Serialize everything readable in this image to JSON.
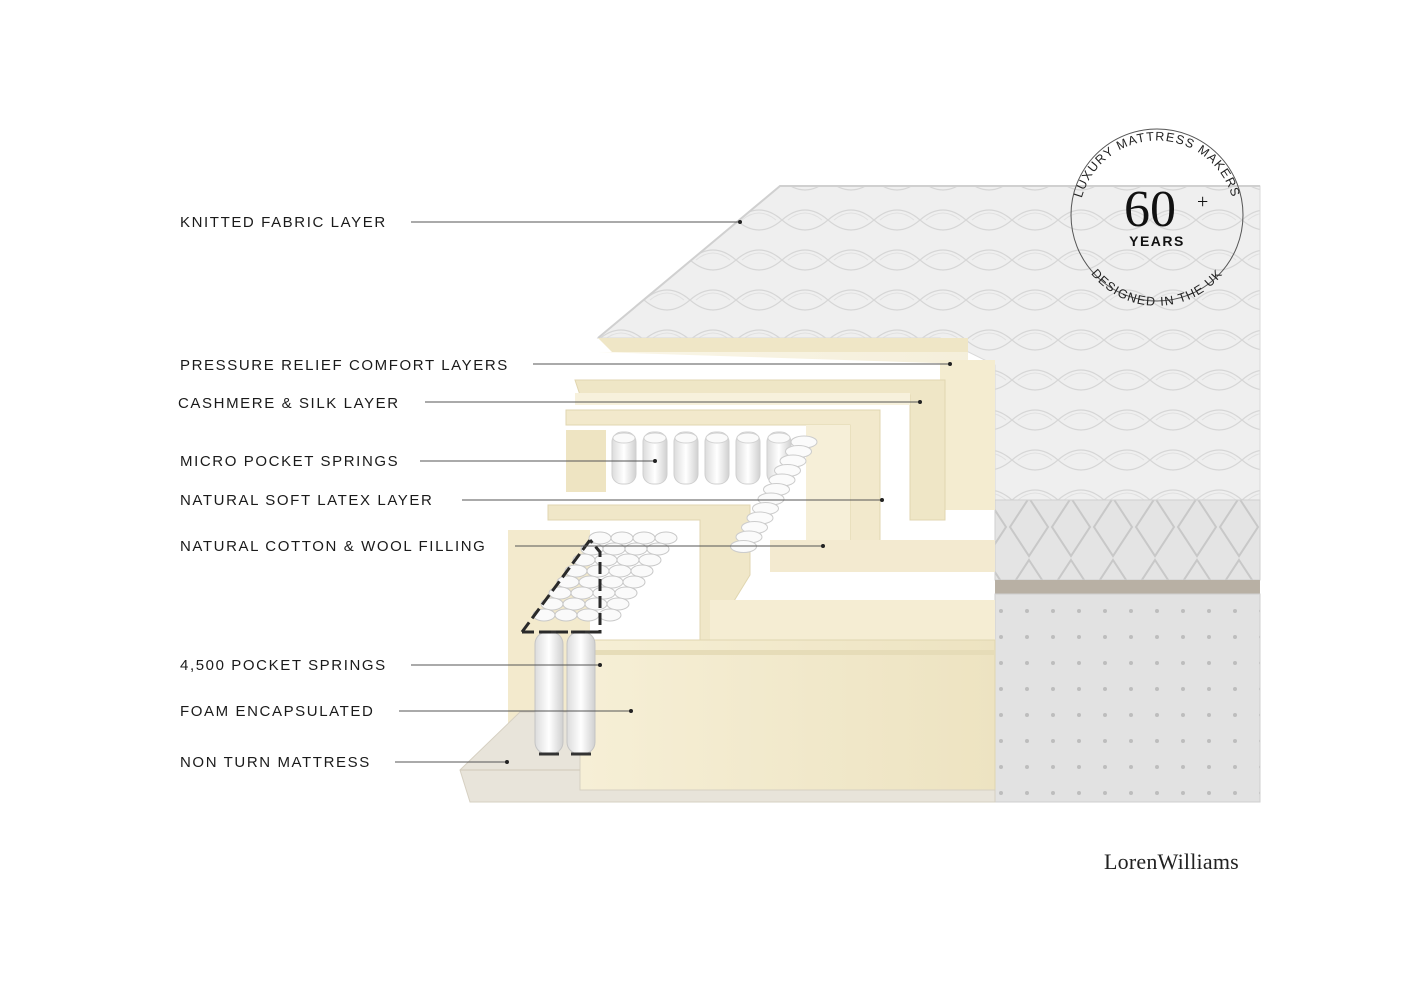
{
  "layers": [
    {
      "id": "knitted-fabric-layer",
      "label": "KNITTED FABRIC LAYER"
    },
    {
      "id": "pressure-relief-comfort-layers",
      "label": "PRESSURE RELIEF COMFORT LAYERS"
    },
    {
      "id": "cashmere-silk-layer",
      "label": "CASHMERE & SILK LAYER"
    },
    {
      "id": "micro-pocket-springs",
      "label": "MICRO POCKET SPRINGS"
    },
    {
      "id": "natural-soft-latex-layer",
      "label": "NATURAL SOFT LATEX LAYER"
    },
    {
      "id": "natural-cotton-wool-filling",
      "label": "NATURAL COTTON & WOOL FILLING"
    },
    {
      "id": "pocket-springs-4500",
      "label": "4,500 POCKET SPRINGS"
    },
    {
      "id": "foam-encapsulated",
      "label": "FOAM ENCAPSULATED"
    },
    {
      "id": "non-turn-mattress",
      "label": "NON TURN MATTRESS"
    }
  ],
  "badge": {
    "top_arc": "LUXURY MATTRESS MAKERS",
    "number": "60",
    "plus": "+",
    "unit": "YEARS",
    "bottom_arc": "DESIGNED IN THE UK"
  },
  "brand": "LorenWilliams",
  "colors": {
    "cream": "#f4eccf",
    "cream_dark": "#e6dcb8",
    "fabric": "#ececec",
    "text": "#1a1a1a"
  }
}
